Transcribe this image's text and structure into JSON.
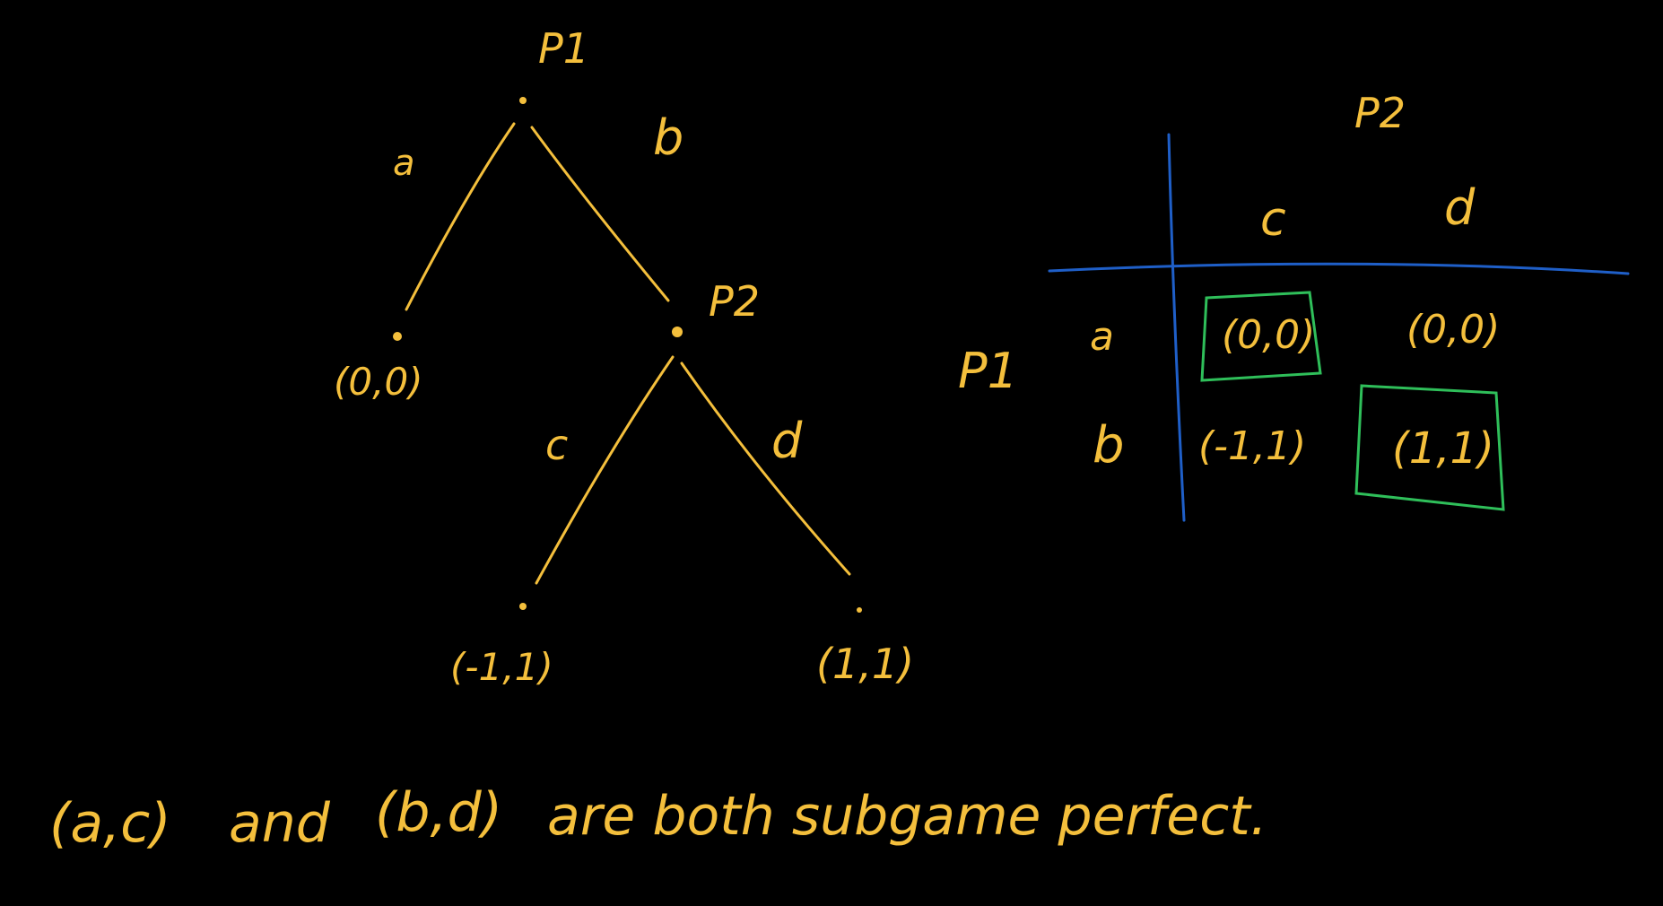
{
  "colors": {
    "background": "#000000",
    "ink": "#f4bf3c",
    "grid": "#1f5fc8",
    "highlight": "#2fbf5a"
  },
  "tree": {
    "root_player": "P1",
    "root_action_left": "a",
    "root_action_right": "b",
    "second_player": "P2",
    "second_action_left": "c",
    "second_action_right": "d",
    "payoff_a": "(0,0)",
    "payoff_bc": "(-1,1)",
    "payoff_bd": "(1,1)"
  },
  "matrix": {
    "col_player": "P2",
    "row_player": "P1",
    "col_labels": [
      "c",
      "d"
    ],
    "row_labels": [
      "a",
      "b"
    ],
    "cells": [
      [
        "(0,0)",
        "(0,0)"
      ],
      [
        "(-1,1)",
        "(1,1)"
      ]
    ],
    "highlighted_cells": [
      "a-c",
      "b-d"
    ]
  },
  "conclusion": {
    "eq1": "(a,c)",
    "and_word": "and",
    "eq2": "(b,d)",
    "rest": "are both subgame perfect."
  }
}
